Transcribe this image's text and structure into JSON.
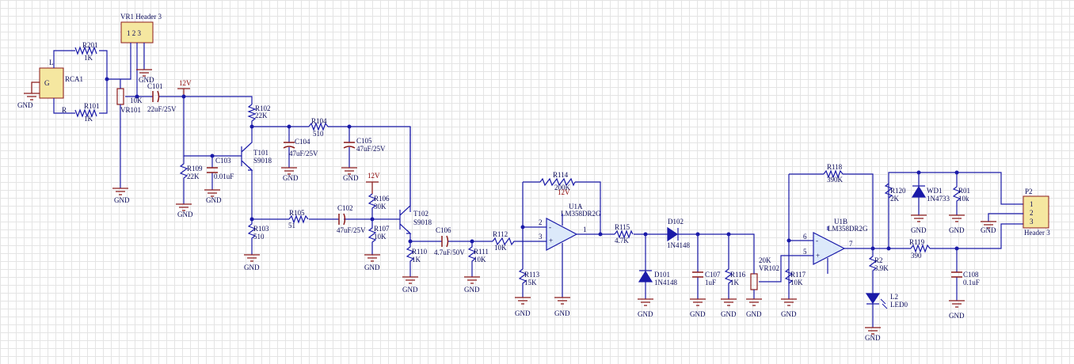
{
  "labels": {
    "rca1": "RCA1",
    "vr1": "VR1 Header 3",
    "r201": "R201",
    "r201v": "1K",
    "r101": "R101",
    "r101v": "1K",
    "l": "L",
    "r": "R",
    "g": "G",
    "vr101": "VR101",
    "vr101v": "10K",
    "c101": "C101",
    "c101v": "22uF/25V",
    "v12a": "12V",
    "v12b": "12V",
    "v12c": "12V",
    "r102": "R102",
    "r102v": "22K",
    "t101": "T101",
    "t101m": "S9018",
    "r109": "R109",
    "r109v": "22K",
    "c103": "C103",
    "c103v": "0.01uF",
    "r104": "R104",
    "r104v": "510",
    "c104": "C104",
    "c104v": "47uF/25V",
    "c105": "C105",
    "c105v": "47uF/25V",
    "r105": "R105",
    "r105v": "51",
    "r103": "R103",
    "r103v": "510",
    "c102": "C102",
    "c102v": "47uF/25V",
    "r106": "R106",
    "r106v": "30K",
    "r107": "R107",
    "r107v": "10K",
    "t102": "T102",
    "t102m": "S9018",
    "r110": "R110",
    "r110v": "1K",
    "c106": "C106",
    "c106v": "4.7uF/50V",
    "r111": "R111",
    "r111v": "10K",
    "r112": "R112",
    "r112v": "10K",
    "r114": "R114",
    "r114v": "200K",
    "u1a": "U1A",
    "u1am": "LM358DR2G",
    "r113": "R113",
    "r113v": "15K",
    "r115": "R115",
    "r115v": "4.7K",
    "d102": "D102",
    "d102m": "1N4148",
    "d101": "D101",
    "d101m": "1N4148",
    "c107": "C107",
    "c107v": "1uF",
    "r116": "R116",
    "r116v": "1K",
    "vr102": "VR102",
    "vr102v": "20K",
    "r117": "R117",
    "r117v": "10K",
    "r118": "R118",
    "r118v": "390K",
    "u1b": "U1B",
    "u1bm": "LM358DR2G",
    "r120": "R120",
    "r120v": "2K",
    "wd1": "WD1",
    "wd1m": "1N4733",
    "r01": "R01",
    "r01v": "10k",
    "r119": "R119",
    "r119v": "390",
    "r2": "R2",
    "r2v": "3.9K",
    "c108": "C108",
    "c108v": "0.1uF",
    "l2": "L2",
    "l2m": "LED0",
    "p2": "P2",
    "p2m": "Header 3",
    "gnd": "GND",
    "pin1": "1",
    "pin2": "2",
    "pin3": "3",
    "pin5": "5",
    "pin6": "6",
    "pin7": "7",
    "plus": "+",
    "minus": "-",
    "vr1pins": "1 2 3"
  }
}
